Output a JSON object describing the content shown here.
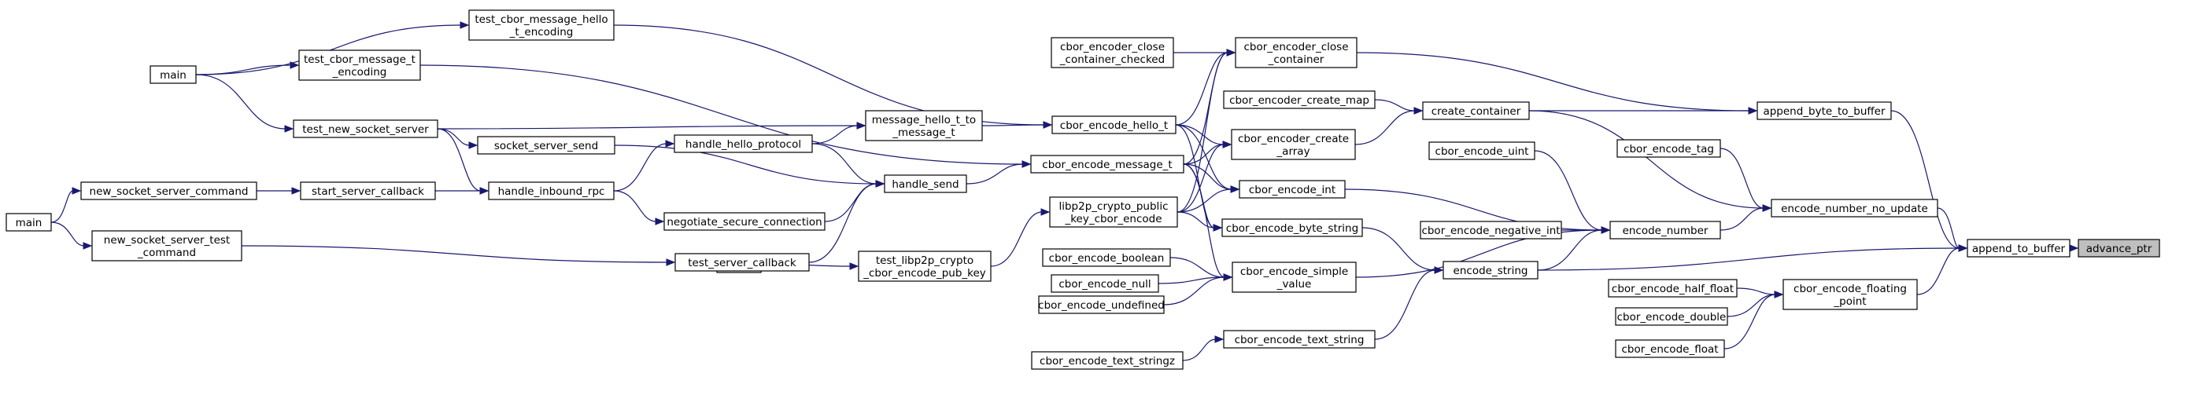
{
  "graph": {
    "nodes": [
      {
        "id": "advance_ptr",
        "lines": [
          "advance_ptr"
        ],
        "current": true
      },
      {
        "id": "append_to_buffer",
        "lines": [
          "append_to_buffer"
        ]
      },
      {
        "id": "append_byte_to_buffer",
        "lines": [
          "append_byte_to_buffer"
        ]
      },
      {
        "id": "encode_number_no_update",
        "lines": [
          "encode_number_no_update"
        ]
      },
      {
        "id": "cbor_encode_floating_point",
        "lines": [
          "cbor_encode_floating",
          "_point"
        ]
      },
      {
        "id": "encode_string",
        "lines": [
          "encode_string"
        ]
      },
      {
        "id": "cbor_encode_close_container",
        "lines": [
          "cbor_encoder_close",
          "_container"
        ]
      },
      {
        "id": "create_container",
        "lines": [
          "create_container"
        ]
      },
      {
        "id": "cbor_encode_tag",
        "lines": [
          "cbor_encode_tag"
        ]
      },
      {
        "id": "encode_number",
        "lines": [
          "encode_number"
        ]
      },
      {
        "id": "cbor_encode_half_float",
        "lines": [
          "cbor_encode_half_float"
        ]
      },
      {
        "id": "cbor_encode_double",
        "lines": [
          "cbor_encode_double"
        ]
      },
      {
        "id": "cbor_encode_float",
        "lines": [
          "cbor_encode_float"
        ]
      },
      {
        "id": "cbor_encoder_close_container_checked",
        "lines": [
          "cbor_encoder_close",
          "_container_checked"
        ]
      },
      {
        "id": "cbor_encode_hello_t",
        "lines": [
          "cbor_encode_hello_t"
        ]
      },
      {
        "id": "cbor_encode_message_t",
        "lines": [
          "cbor_encode_message_t"
        ]
      },
      {
        "id": "libp2p_crypto_public_key_cbor_encode",
        "lines": [
          "libp2p_crypto_public",
          "_key_cbor_encode"
        ]
      },
      {
        "id": "cbor_encoder_create_map",
        "lines": [
          "cbor_encoder_create_map"
        ]
      },
      {
        "id": "cbor_encoder_create_array",
        "lines": [
          "cbor_encoder_create",
          "_array"
        ]
      },
      {
        "id": "cbor_encode_uint",
        "lines": [
          "cbor_encode_uint"
        ]
      },
      {
        "id": "cbor_encode_int",
        "lines": [
          "cbor_encode_int"
        ]
      },
      {
        "id": "cbor_encode_negative_int",
        "lines": [
          "cbor_encode_negative_int"
        ]
      },
      {
        "id": "cbor_encode_simple_value",
        "lines": [
          "cbor_encode_simple",
          "_value"
        ]
      },
      {
        "id": "cbor_encode_byte_string",
        "lines": [
          "cbor_encode_byte_string"
        ]
      },
      {
        "id": "cbor_encode_text_string",
        "lines": [
          "cbor_encode_text_string"
        ]
      },
      {
        "id": "cbor_encode_text_stringz",
        "lines": [
          "cbor_encode_text_stringz"
        ]
      },
      {
        "id": "cbor_encode_boolean",
        "lines": [
          "cbor_encode_boolean"
        ]
      },
      {
        "id": "cbor_encode_null",
        "lines": [
          "cbor_encode_null"
        ]
      },
      {
        "id": "cbor_encode_undefined",
        "lines": [
          "cbor_encode_undefined"
        ]
      },
      {
        "id": "message_hello_t_to_message_t",
        "lines": [
          "message_hello_t_to",
          "_message_t"
        ]
      },
      {
        "id": "test_libp2p_crypto_cbor_encode_pub_key",
        "lines": [
          "test_libp2p_crypto",
          "_cbor_encode_pub_key"
        ]
      },
      {
        "id": "main_test_libp2p",
        "lines": [
          "main"
        ]
      },
      {
        "id": "handle_send",
        "lines": [
          "handle_send"
        ]
      },
      {
        "id": "test_cbor_message_hello_t_encoding",
        "lines": [
          "test_cbor_message_hello",
          "_t_encoding"
        ]
      },
      {
        "id": "test_cbor_message_t_encoding",
        "lines": [
          "test_cbor_message_t",
          "_encoding"
        ]
      },
      {
        "id": "handle_hello_protocol",
        "lines": [
          "handle_hello_protocol"
        ]
      },
      {
        "id": "negotiate_secure_connection",
        "lines": [
          "negotiate_secure_connection"
        ]
      },
      {
        "id": "test_server_callback",
        "lines": [
          "test_server_callback"
        ]
      },
      {
        "id": "socket_server_send",
        "lines": [
          "socket_server_send"
        ]
      },
      {
        "id": "handle_inbound_rpc",
        "lines": [
          "handle_inbound_rpc"
        ]
      },
      {
        "id": "main_top",
        "lines": [
          "main"
        ]
      },
      {
        "id": "test_new_socket_server",
        "lines": [
          "test_new_socket_server"
        ]
      },
      {
        "id": "start_server_callback",
        "lines": [
          "start_server_callback"
        ]
      },
      {
        "id": "new_socket_server_command",
        "lines": [
          "new_socket_server_command"
        ]
      },
      {
        "id": "new_socket_server_test_command",
        "lines": [
          "new_socket_server_test",
          "_command"
        ]
      },
      {
        "id": "main_left",
        "lines": [
          "main"
        ]
      }
    ],
    "edges": [
      [
        "append_to_buffer",
        "advance_ptr"
      ],
      [
        "append_byte_to_buffer",
        "append_to_buffer"
      ],
      [
        "encode_number_no_update",
        "append_to_buffer"
      ],
      [
        "cbor_encode_floating_point",
        "append_to_buffer"
      ],
      [
        "encode_string",
        "append_to_buffer"
      ],
      [
        "cbor_encode_close_container",
        "append_byte_to_buffer"
      ],
      [
        "create_container",
        "append_byte_to_buffer"
      ],
      [
        "create_container",
        "encode_number_no_update"
      ],
      [
        "cbor_encode_tag",
        "encode_number_no_update"
      ],
      [
        "encode_number",
        "encode_number_no_update"
      ],
      [
        "cbor_encode_half_float",
        "cbor_encode_floating_point"
      ],
      [
        "cbor_encode_double",
        "cbor_encode_floating_point"
      ],
      [
        "cbor_encode_float",
        "cbor_encode_floating_point"
      ],
      [
        "cbor_encode_byte_string",
        "encode_string"
      ],
      [
        "cbor_encode_text_string",
        "encode_string"
      ],
      [
        "cbor_encoder_close_container_checked",
        "cbor_encode_close_container"
      ],
      [
        "cbor_encode_hello_t",
        "cbor_encode_close_container"
      ],
      [
        "cbor_encode_message_t",
        "cbor_encode_close_container"
      ],
      [
        "libp2p_crypto_public_key_cbor_encode",
        "cbor_encode_close_container"
      ],
      [
        "cbor_encoder_create_map",
        "create_container"
      ],
      [
        "cbor_encoder_create_array",
        "create_container"
      ],
      [
        "cbor_encode_uint",
        "encode_number"
      ],
      [
        "cbor_encode_int",
        "encode_number"
      ],
      [
        "cbor_encode_negative_int",
        "encode_number"
      ],
      [
        "cbor_encode_simple_value",
        "encode_number"
      ],
      [
        "encode_string",
        "encode_number"
      ],
      [
        "cbor_encode_text_stringz",
        "cbor_encode_text_string"
      ],
      [
        "cbor_encode_boolean",
        "cbor_encode_simple_value"
      ],
      [
        "cbor_encode_null",
        "cbor_encode_simple_value"
      ],
      [
        "cbor_encode_undefined",
        "cbor_encode_simple_value"
      ],
      [
        "cbor_encode_hello_t",
        "cbor_encoder_create_array"
      ],
      [
        "cbor_encode_hello_t",
        "cbor_encode_int"
      ],
      [
        "cbor_encode_hello_t",
        "cbor_encode_byte_string"
      ],
      [
        "cbor_encode_message_t",
        "cbor_encoder_create_array"
      ],
      [
        "cbor_encode_message_t",
        "cbor_encode_int"
      ],
      [
        "cbor_encode_message_t",
        "cbor_encode_byte_string"
      ],
      [
        "libp2p_crypto_public_key_cbor_encode",
        "cbor_encoder_create_array"
      ],
      [
        "libp2p_crypto_public_key_cbor_encode",
        "cbor_encode_int"
      ],
      [
        "libp2p_crypto_public_key_cbor_encode",
        "cbor_encode_byte_string"
      ],
      [
        "cbor_encode_message_t",
        "cbor_encode_simple_value"
      ],
      [
        "message_hello_t_to_message_t",
        "cbor_encode_hello_t"
      ],
      [
        "test_cbor_message_hello_t_encoding",
        "cbor_encode_hello_t"
      ],
      [
        "test_cbor_message_t_encoding",
        "cbor_encode_message_t"
      ],
      [
        "handle_send",
        "cbor_encode_message_t"
      ],
      [
        "test_libp2p_crypto_cbor_encode_pub_key",
        "libp2p_crypto_public_key_cbor_encode"
      ],
      [
        "main_test_libp2p",
        "test_libp2p_crypto_cbor_encode_pub_key"
      ],
      [
        "handle_hello_protocol",
        "message_hello_t_to_message_t"
      ],
      [
        "test_new_socket_server",
        "message_hello_t_to_message_t"
      ],
      [
        "handle_hello_protocol",
        "handle_send"
      ],
      [
        "negotiate_secure_connection",
        "handle_send"
      ],
      [
        "test_server_callback",
        "handle_send"
      ],
      [
        "socket_server_send",
        "handle_send"
      ],
      [
        "handle_inbound_rpc",
        "handle_hello_protocol"
      ],
      [
        "handle_inbound_rpc",
        "negotiate_secure_connection"
      ],
      [
        "test_new_socket_server",
        "socket_server_send"
      ],
      [
        "test_new_socket_server",
        "handle_inbound_rpc"
      ],
      [
        "start_server_callback",
        "handle_inbound_rpc"
      ],
      [
        "main_top",
        "test_cbor_message_hello_t_encoding"
      ],
      [
        "main_top",
        "test_cbor_message_t_encoding"
      ],
      [
        "main_top",
        "test_new_socket_server"
      ],
      [
        "new_socket_server_command",
        "start_server_callback"
      ],
      [
        "new_socket_server_test_command",
        "test_server_callback"
      ],
      [
        "main_left",
        "new_socket_server_command"
      ],
      [
        "main_left",
        "new_socket_server_test_command"
      ]
    ]
  }
}
